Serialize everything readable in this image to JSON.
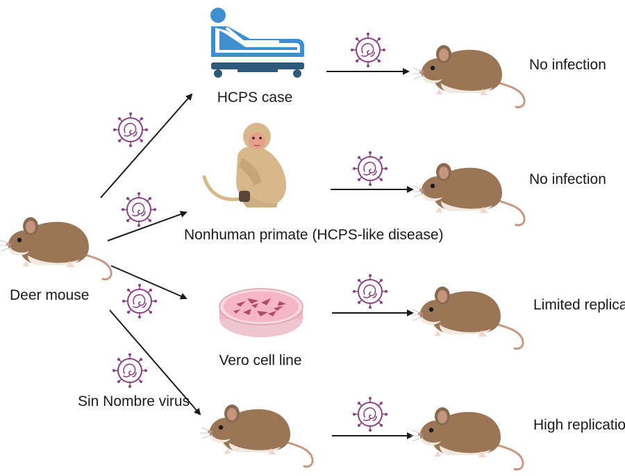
{
  "source": {
    "label": "Deer mouse"
  },
  "virus": {
    "label_line1": "Sin Nombre",
    "label_line2": "virus"
  },
  "hosts": [
    {
      "id": "hcps-case",
      "label_line1": "HCPS case",
      "label_line2": ""
    },
    {
      "id": "nonhuman-primate",
      "label_line1": "Nonhuman primate",
      "label_line2": "(HCPS-like disease)"
    },
    {
      "id": "vero-cell-line",
      "label_line1": "Vero cell line",
      "label_line2": ""
    },
    {
      "id": "deer-mouse-passage",
      "label_line1": "",
      "label_line2": ""
    }
  ],
  "outcomes": [
    {
      "line1": "No infection",
      "line2": ""
    },
    {
      "line1": "No infection",
      "line2": ""
    },
    {
      "line1": "Limited",
      "line2": "replication"
    },
    {
      "line1": "High",
      "line2": "replication"
    }
  ],
  "colors": {
    "mouse_body": "#9a7657",
    "mouse_belly": "#f1e9df",
    "mouse_ear": "#b9927a",
    "primate": "#d6b88c",
    "bed_blue": "#3f8fd0",
    "bed_dark": "#2d5a7b",
    "virus_purple": "#8a3f86",
    "dish_pink": "#f4b6c8",
    "arrow": "#1a1a1a"
  }
}
